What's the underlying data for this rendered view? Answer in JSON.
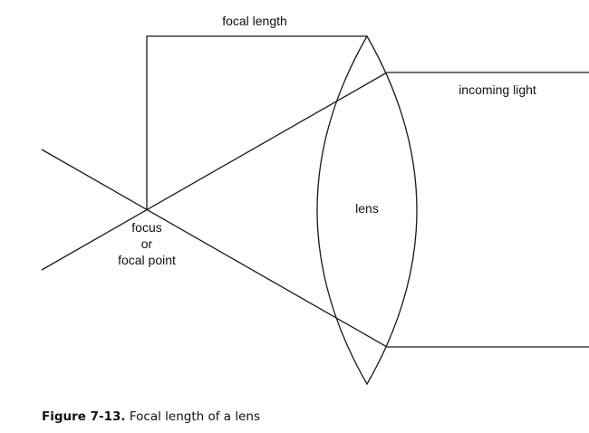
{
  "diagram": {
    "labels": {
      "focal_length": "focal length",
      "incoming_light": "incoming light",
      "lens": "lens",
      "focus_line1": "focus",
      "focus_line2": "or",
      "focus_line3": "focal point"
    },
    "line_color": "#1a1a1a"
  },
  "caption": {
    "number": "Figure 7-13.",
    "text": "Focal length of a lens"
  }
}
